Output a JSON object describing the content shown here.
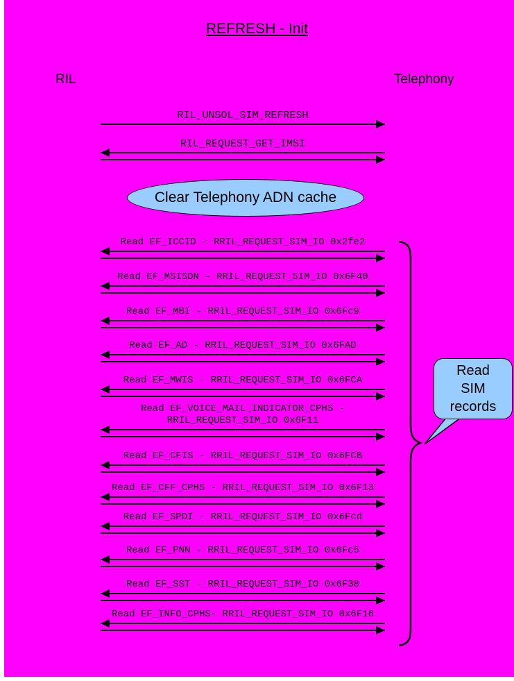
{
  "title": "REFRESH - Init",
  "actors": {
    "left": "RIL",
    "right": "Telephony"
  },
  "messages": [
    {
      "label": "RIL_UNSOL_SIM_REFRESH",
      "direction": "right"
    },
    {
      "label": "RIL_REQUEST_GET_IMSI",
      "direction": "both"
    }
  ],
  "note": {
    "label": "Clear Telephony ADN cache"
  },
  "reads": [
    {
      "label": "Read EF_ICCID - RRIL_REQUEST_SIM_IO 0x2fe2"
    },
    {
      "label": "Read EF_MSISDN - RRIL_REQUEST_SIM_IO 0x6F40"
    },
    {
      "label": "Read EF_MBI - RRIL_REQUEST_SIM_IO 0x6Fc9"
    },
    {
      "label": "Read EF_AD - RRIL_REQUEST_SIM_IO 0x6FAD"
    },
    {
      "label": "Read EF_MWIS - RRIL_REQUEST_SIM_IO 0x6FCA"
    },
    {
      "label": "Read EF_VOICE_MAIL_INDICATOR_CPHS - RRIL_REQUEST_SIM_IO 0x6F11"
    },
    {
      "label": "Read EF_CFIS - RRIL_REQUEST_SIM_IO 0x6FCB"
    },
    {
      "label": "Read EF_CFF_CPHS - RRIL_REQUEST_SIM_IO 0x6F13"
    },
    {
      "label": "Read EF_SPDI - RRIL_REQUEST_SIM_IO 0x6Fcd"
    },
    {
      "label": "Read EF_PNN - RRIL_REQUEST_SIM_IO 0x6Fc5"
    },
    {
      "label": "Read EF_SST - RRIL_REQUEST_SIM_IO 0x6F38"
    },
    {
      "label": "Read EF_INFO_CPHS- RRIL_REQUEST_SIM_IO 0x6F16"
    }
  ],
  "callout": {
    "label": "Read SIM records"
  },
  "colors": {
    "background": "#FF00FF",
    "fill": "#99CCFF",
    "line": "#000000",
    "text": "#000000"
  }
}
